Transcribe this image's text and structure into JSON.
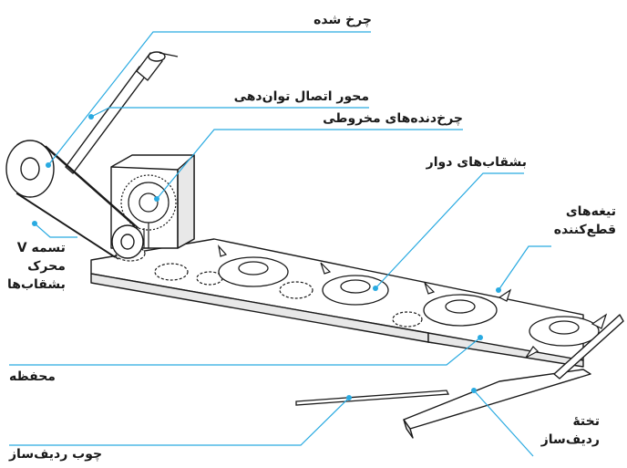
{
  "labels": {
    "pulley": "چرخ شده",
    "pto_shaft": "محور اتصال توان‌دهی",
    "bevel_gears": "چرخ‌دنده‌های مخروطی",
    "rotary_discs": "بشقاب‌های دوار",
    "blades_line1": "تیغه‌های",
    "blades_line2": "قطع‌کننده",
    "belt_line1": "تسمه V",
    "belt_line2": "محرک",
    "belt_line3": "بشقاب‌ها",
    "housing": "محفظه",
    "swath_stick": "چوب ردیف‌ساز",
    "swath_board_line1": "تختهٔ",
    "swath_board_line2": "ردیف‌ساز"
  },
  "colors": {
    "leader": "#29aae1",
    "outline": "#1a1a1a",
    "fill": "#ffffff",
    "shade": "#e8e8e8"
  }
}
